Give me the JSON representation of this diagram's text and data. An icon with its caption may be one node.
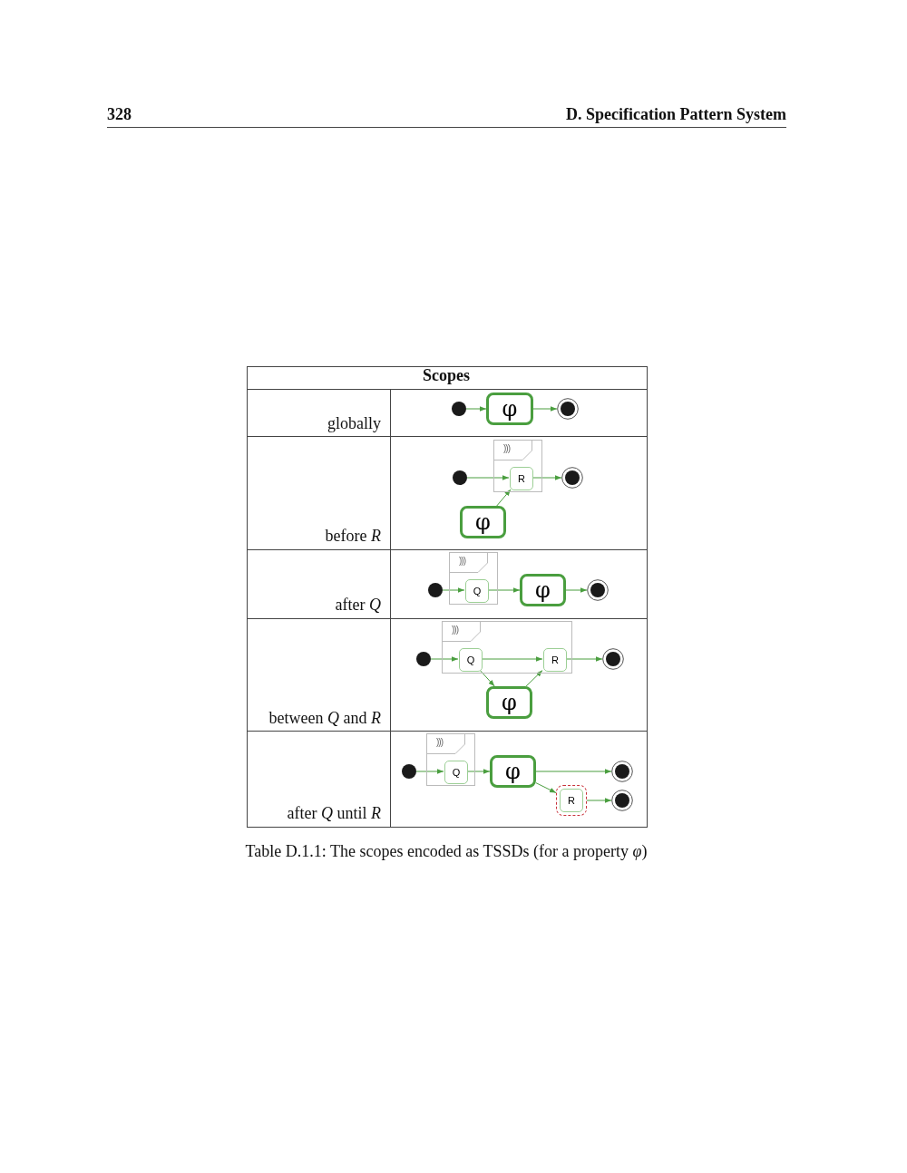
{
  "diagram": {
    "caption": "Table D.1.1: The scopes encoded as TSSDs (for a property *φ*)",
    "nodes": [
      {
        "text": [],
        "shape": "circle"
      },
      {
        "text": [
          "φ"
        ]
      },
      {
        "text": [],
        "shape": "circle"
      },
      {
        "text": [],
        "shape": "circle"
      },
      {
        "text": [
          ")))"
        ]
      },
      {
        "text": [
          "R"
        ],
        "in": 4
      },
      {
        "text": [],
        "shape": "circle"
      },
      {
        "text": [
          "φ"
        ]
      },
      {
        "text": [],
        "shape": "circle"
      },
      {
        "text": [
          ")))"
        ]
      },
      {
        "text": [
          "Q"
        ],
        "in": 9
      },
      {
        "text": [
          "φ"
        ]
      },
      {
        "text": [],
        "shape": "circle"
      },
      {
        "text": [],
        "shape": "circle"
      },
      {
        "text": [
          ")))"
        ]
      },
      {
        "text": [
          "Q"
        ],
        "in": 14
      },
      {
        "text": [
          "R"
        ],
        "in": 14
      },
      {
        "text": [],
        "shape": "circle"
      },
      {
        "text": [
          "φ"
        ]
      },
      {
        "text": [],
        "shape": "circle"
      },
      {
        "text": [
          ")))"
        ]
      },
      {
        "text": [
          "Q"
        ],
        "in": 20
      },
      {
        "text": [
          "φ"
        ]
      },
      {
        "text": [],
        "shape": "circle"
      },
      {
        "text": [
          "R"
        ]
      },
      {
        "text": [],
        "shape": "circle"
      }
    ],
    "edges": [
      {
        "from": 0,
        "to": 1,
        "arrow": "to"
      },
      {
        "from": 1,
        "to": 2,
        "arrow": "to"
      },
      {
        "from": 3,
        "to": 5,
        "arrow": "to"
      },
      {
        "from": 5,
        "to": 6,
        "arrow": "to"
      },
      {
        "from": 7,
        "to": 5,
        "arrow": "to"
      },
      {
        "from": 8,
        "to": 10,
        "arrow": "to"
      },
      {
        "from": 10,
        "to": 11,
        "arrow": "to"
      },
      {
        "from": 11,
        "to": 12,
        "arrow": "to"
      },
      {
        "from": 13,
        "to": 15,
        "arrow": "to"
      },
      {
        "from": 15,
        "to": 16,
        "arrow": "to"
      },
      {
        "from": 16,
        "to": 17,
        "arrow": "to"
      },
      {
        "from": 15,
        "to": 18,
        "arrow": "to"
      },
      {
        "from": 18,
        "to": 16,
        "arrow": "to"
      },
      {
        "from": 19,
        "to": 21,
        "arrow": "to"
      },
      {
        "from": 21,
        "to": 22,
        "arrow": "to"
      },
      {
        "from": 22,
        "to": 23,
        "arrow": "to"
      },
      {
        "from": 22,
        "to": 24,
        "arrow": "to"
      },
      {
        "from": 24,
        "to": 25,
        "arrow": "to"
      }
    ],
    "labels": [
      "328",
      "D. Specification Pattern System",
      "Scopes",
      "globally",
      "before *R*",
      "after *Q*",
      "between *Q* and *R*",
      "after *Q* until *R*"
    ]
  }
}
